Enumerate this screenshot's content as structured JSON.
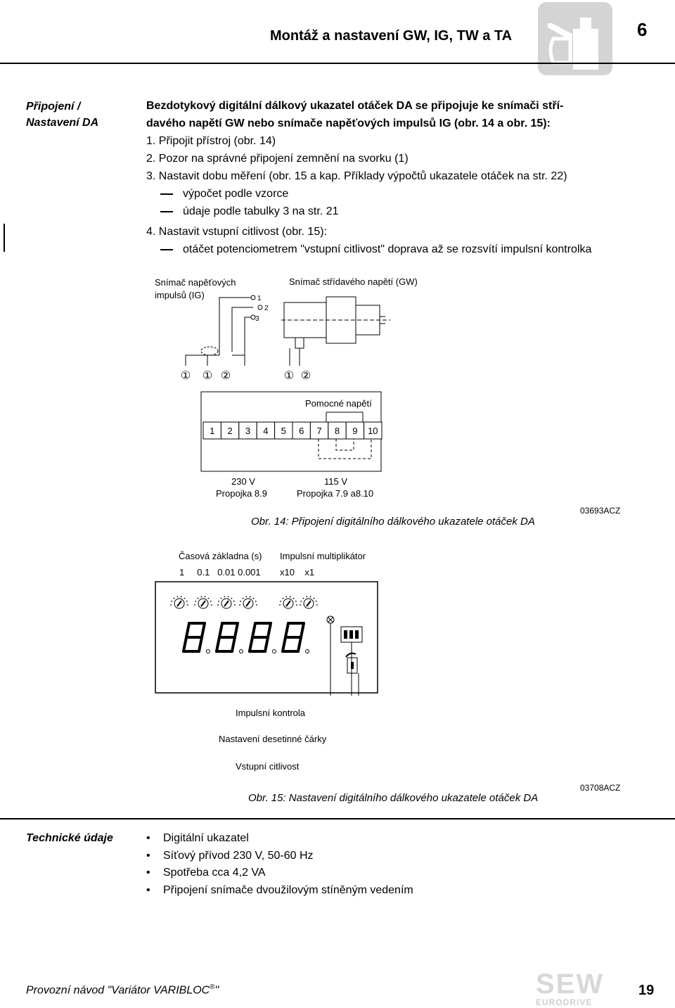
{
  "header": {
    "title": "Montáž a nastavení GW, IG, TW a TA",
    "chapter_number": "6",
    "icon": "oil-can-icon"
  },
  "section1": {
    "side_label": [
      "Připojení /",
      "Nastavení DA"
    ],
    "intro": [
      "Bezdotykový digitální dálkový ukazatel otáček DA se připojuje ke snímači stří-",
      "davého napětí GW nebo snímače napěťových impulsů IG (obr. 14 a obr. 15):"
    ],
    "steps": [
      "1. Připojit přístroj (obr. 14)",
      "2. Pozor na správné připojení zemnění na svorku (1)",
      "3. Nastavit dobu měření (obr. 15 a kap. Příklady výpočtů ukazatele otáček na str. 22)"
    ],
    "step3_subitems": [
      "výpočet podle vzorce",
      "údaje podle tabulky 3 na str. 21"
    ],
    "step4": "4. Nastavit vstupní citlivost (obr. 15):",
    "step4_subitem": "otáčet potenciometrem \"vstupní citlivost\" doprava až se rozsvítí impulsní kontrolka"
  },
  "fig14": {
    "label_ig_line1": "Snímač napěťových",
    "label_ig_line2": "impulsů (IG)",
    "label_gw": "Snímač střídavého napětí (GW)",
    "pin_labels": [
      "1",
      "2",
      "3"
    ],
    "circled_numbers": [
      "①",
      "①",
      "②",
      "①",
      "②"
    ],
    "aux_voltage": "Pomocné napětí",
    "terminals": [
      "1",
      "2",
      "3",
      "4",
      "5",
      "6",
      "7",
      "8",
      "9",
      "10"
    ],
    "v230": "230 V",
    "v230_jumper": "Propojka 8.9",
    "v115": "115 V",
    "v115_jumper": "Propojka 7.9 a8.10",
    "caption": "Obr. 14: Připojení digitálního dálkového ukazatele otáček DA",
    "code": "03693ACZ"
  },
  "fig15": {
    "time_base": "Časová základna (s)",
    "multiplier": "Impulsní multiplikátor",
    "time_values": "1     0.1   0.01 0.001",
    "mult_values": "x10    x1",
    "display_digits": [
      "8",
      "8",
      "8",
      "8"
    ],
    "label_pulse": "Impulsní kontrola",
    "label_decimal": "Nastavení desetinné čárky",
    "label_sensitivity": "Vstupní citlivost",
    "caption": "Obr. 15: Nastavení digitálního dálkového ukazatele otáček DA",
    "code": "03708ACZ"
  },
  "tech": {
    "side_label": "Technické údaje",
    "items": [
      "Digitální ukazatel",
      "Síťový přívod 230 V, 50-60 Hz",
      "Spotřeba cca 4,2 VA",
      "Připojení snímače dvoužilovým stíněným vedením"
    ]
  },
  "footer": {
    "text": "Provozní návod \"Variátor VARIBLOC",
    "reg": "®",
    "text_end": "\"",
    "logo_big": "SEW",
    "logo_small": "EURODRIVE",
    "page": "19"
  }
}
